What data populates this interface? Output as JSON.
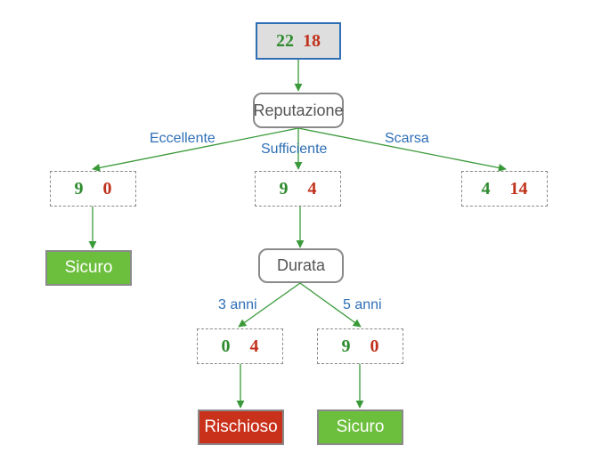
{
  "colors": {
    "good": "#2e8b2e",
    "bad": "#c0321d",
    "edge": "#3a9a3a",
    "label": "#2f6fb6",
    "leaf_safe": "#6cbf3c",
    "leaf_risky": "#c9311b"
  },
  "root": {
    "good": "22",
    "bad": "18"
  },
  "split1": {
    "attribute": "Reputazione",
    "branches": [
      {
        "label": "Eccellente",
        "good": "9",
        "bad": "0"
      },
      {
        "label": "Sufficiente",
        "good": "9",
        "bad": "4"
      },
      {
        "label": "Scarsa",
        "good": "4",
        "bad": "14"
      }
    ]
  },
  "leaf_eccellente": "Sicuro",
  "split2": {
    "attribute": "Durata",
    "branches": [
      {
        "label": "3 anni",
        "good": "0",
        "bad": "4",
        "leaf": "Rischioso"
      },
      {
        "label": "5 anni",
        "good": "9",
        "bad": "0",
        "leaf": "Sicuro"
      }
    ]
  }
}
